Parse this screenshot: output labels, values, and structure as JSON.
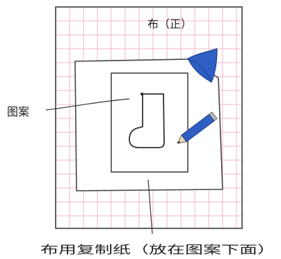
{
  "labels": {
    "fabric_front": "布（正）",
    "pattern": "图案",
    "carbon_paper": "布用复制纸（放在图案下面）"
  },
  "icons": {
    "pencil": "pencil-icon",
    "folded_corner": "folded-corner"
  },
  "colors": {
    "grid_line": "#f2b7c8",
    "ink": "#444444",
    "blue": "#2f5fc4",
    "blue_dark": "#1f3f8f",
    "background": "#ffffff"
  }
}
